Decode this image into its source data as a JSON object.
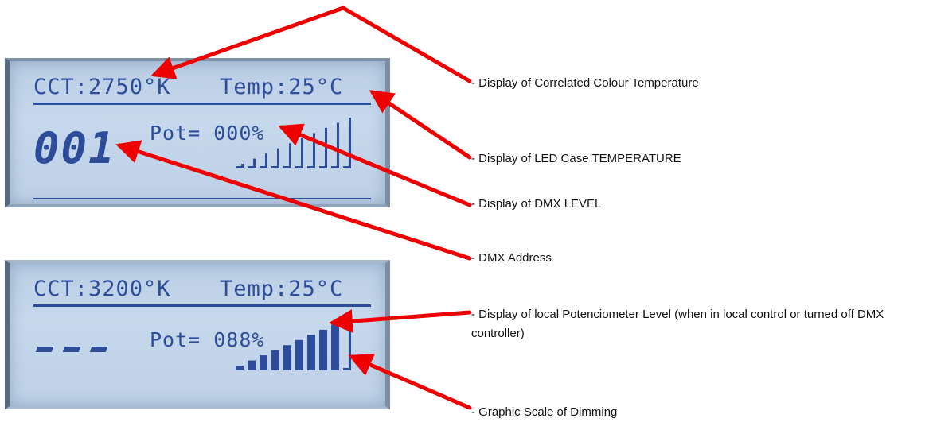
{
  "displays": [
    {
      "cct": "CCT:2750°K",
      "temp": "Temp:25°C",
      "pot": "Pot= 000%",
      "address": "001",
      "bar_fill_fraction": 0.0
    },
    {
      "cct": "CCT:3200°K",
      "temp": "Temp:25°C",
      "pot": "Pot= 088%",
      "address": "---",
      "bar_fill_fraction": 0.88
    }
  ],
  "labels": {
    "cct": "- Display of Correlated Colour Temperature",
    "temperature": "- Display of LED Case TEMPERATURE",
    "dmx_level": "- Display of DMX LEVEL",
    "dmx_address": "- DMX Address",
    "pot_level": "- Display of local Potenciometer Level (when in local control or turned off DMX controller)",
    "graphic_scale": "- Graphic Scale of Dimming"
  },
  "colors": {
    "arrow": "#ee0000",
    "lcd_text": "#2d4d9a",
    "lcd_background": "#c2d5ea"
  }
}
